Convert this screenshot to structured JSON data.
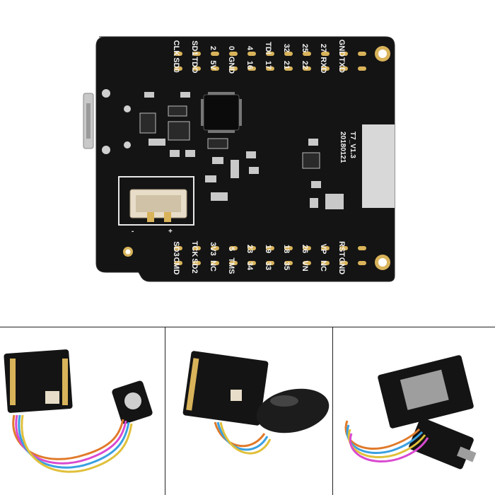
{
  "board": {
    "version": "T7_V1.3",
    "date": "20180121",
    "battery_minus": "-",
    "battery_plus": "+",
    "top_row_upper": [
      "CLK",
      "SD1",
      "2",
      "0",
      "4",
      "TDI",
      "32",
      "25",
      "27",
      "GND"
    ],
    "top_row_lower": [
      "SD0",
      "TDO",
      "5V",
      "GND",
      "16",
      "17",
      "21",
      "22",
      "RXD",
      "TXD"
    ],
    "top_row_right": "TXD",
    "bottom_row_upper": [
      "SD3",
      "TCK",
      "3V3",
      "5",
      "23",
      "19",
      "18",
      "26",
      "VP",
      "RST"
    ],
    "bottom_row_lower": [
      "CMD",
      "SD2",
      "NC",
      "TMS",
      "34",
      "33",
      "35",
      "VN",
      "NC",
      "GND"
    ]
  },
  "thumbs": [
    {
      "alt": "board-with-audio-jack"
    },
    {
      "alt": "board-with-mouse-sensor"
    },
    {
      "alt": "board-with-rtc-module"
    }
  ],
  "colors": {
    "pcb": "#111111",
    "silk": "#f2f2f2",
    "gold": "#d9b35a",
    "connector": "#e8ddc8",
    "sticker": "#d8d8d8"
  }
}
